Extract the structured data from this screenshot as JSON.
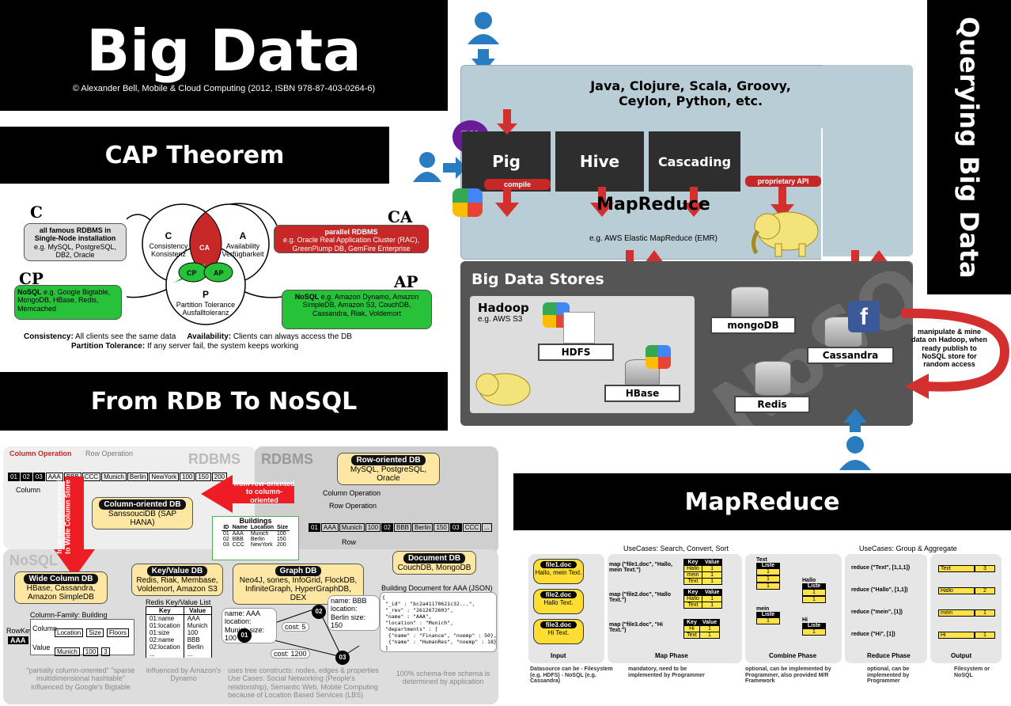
{
  "banners": {
    "big_data": "Big Data",
    "copyright": "© Alexander Bell, Mobile & Cloud Computing (2012, ISBN 978-87-403-0264-6)",
    "cap": "CAP Theorem",
    "rdb_nosql": "From RDB To NoSQL",
    "querying": "Querying Big Data",
    "mapreduce": "MapReduce"
  },
  "cap": {
    "c_letter": "C",
    "ca_letter": "CA",
    "cp_letter": "CP",
    "ap_letter": "AP",
    "c_box_title": "all famous RDBMS in Single-Node installation",
    "c_box_sub": "e.g. MySQL, PostgreSQL, DB2, Oracle",
    "ca_box_title": "parallel RDBMS",
    "ca_box_sub": "e.g. Oracle Real Application Cluster (RAC), GreenPlump DB, GemFire Enterprise",
    "cp_box_title": "NoSQL",
    "cp_box_sub": "e.g. Google Bigtable, MongoDB, HBase, Redis, Memcached",
    "ap_box_title": "NoSQL",
    "ap_box_sub": "e.g. Amazon Dynamo, Amazon SimpleDB, Amazon S3, CouchDB, Cassandra, Riak, Voldemort",
    "circle_c_title": "C",
    "circle_c_sub": "Consistency Konsistenz",
    "circle_a_title": "A",
    "circle_a_sub": "Availability Verfügbarkeit",
    "circle_p_title": "P",
    "circle_p_sub": "Partition Tolerance Ausfalltoleranz",
    "inter_ca": "CA",
    "inter_cp": "CP",
    "inter_ap": "AP",
    "consistency_label": "Consistency:",
    "consistency_text": "All clients see the same data",
    "availability_label": "Availability:",
    "availability_text": "Clients can always access the DB",
    "partition_label": "Partition Tolerance:",
    "partition_text": "If any server fail, the system keeps working"
  },
  "query": {
    "languages": "Java, Clojure, Scala, Groovy, Ceylon, Python, etc.",
    "pig": "Pig",
    "hive": "Hive",
    "cascading": "Cascading",
    "compile": "compile",
    "proprietary_api": "proprietary API",
    "mapreduce": "MapReduce",
    "mapreduce_sub": "e.g. AWS Elastic MapReduce (EMR)",
    "stores_title": "Big Data Stores",
    "hadoop": "Hadoop",
    "hadoop_sub": "e.g. AWS S3",
    "hdfs": "HDFS",
    "hbase": "HBase",
    "mongodb": "mongoDB",
    "cassandra": "Cassandra",
    "redis": "Redis",
    "nosql_watermark": "NoSQL",
    "mine_note": "manipulate & mine data on Hadoop, when ready publish to NoSQL store for random access",
    "yahoo": "Y!"
  },
  "rdb": {
    "rdbms1": "RDBMS",
    "rdbms2": "RDBMS",
    "nosql": "NoSQL",
    "column_operation": "Column Operation",
    "row_operation": "Row Operation",
    "column": "Column",
    "row": "Row",
    "col_cells": [
      "01",
      "02",
      "03",
      "AAA",
      "BBB",
      "CCC",
      "Munich",
      "Berlin",
      "NewYork",
      "100",
      "150",
      "200"
    ],
    "row_cells": [
      "01",
      "AAA",
      "Munich",
      "100",
      "02",
      "BBB",
      "Berlin",
      "150",
      "03",
      "CCC",
      "..."
    ],
    "row_db_title": "Row-oriented DB",
    "row_db_sub": "MySQL, PostgreSQL, Oracle",
    "col_db_title": "Column-oriented DB",
    "col_db_sub": "SanssouciDB (SAP HANA)",
    "from_row_to_col": "from row-oriented to column-oriented",
    "from_col_to_wide": "from column-oriented to Wide Column Store",
    "buildings_title": "Buildings",
    "buildings_head": [
      "ID",
      "Name",
      "Location",
      "Size"
    ],
    "buildings_rows": [
      [
        "01",
        "AAA",
        "Munich",
        "100"
      ],
      [
        "02",
        "BBB",
        "Berlin",
        "150"
      ],
      [
        "03",
        "CCC",
        "NewYork",
        "200"
      ]
    ],
    "wide_title": "Wide Column DB",
    "wide_sub": "HBase, Cassandra, Amazon SimpleDB",
    "kv_title": "Key/Value DB",
    "kv_sub": "Redis, Riak, Membase, Voldemort, Amazon S3",
    "graph_title": "Graph DB",
    "graph_sub": "Neo4J, sones, InfoGrid, FlockDB, InfiniteGraph, HyperGraphDB, DEX",
    "doc_title": "Document DB",
    "doc_sub": "CouchDB, MongoDB",
    "col_family": "Column-Family: Building",
    "rowkey": "RowKey",
    "rowkey_val": "AAA",
    "cf_cols": [
      "Location",
      "Size",
      "Floors"
    ],
    "cf_vals": [
      "Munich",
      "100",
      "3"
    ],
    "cf_column": "Column",
    "cf_value": "Value",
    "kv_list_title": "Redis Key/Value List",
    "kv_head": [
      "Key",
      "Value"
    ],
    "kv_rows": [
      [
        "01:name",
        "AAA"
      ],
      [
        "01:location",
        "Munich"
      ],
      [
        "01:size",
        "100"
      ],
      [
        "02:name",
        "BBB"
      ],
      [
        "02:location",
        "Berlin"
      ],
      [
        "...",
        "..."
      ]
    ],
    "graph_n1": "name: AAA location: Munich size: 100",
    "graph_n2": "name: BBB location: Berlin size: 150",
    "graph_cost5": "cost: 5",
    "graph_cost1200": "cost: 1200",
    "graph_ids": [
      "01",
      "02",
      "03"
    ],
    "doc_note": "Building Document for AAA (JSON)",
    "doc_json": "{\n \"_id\" : \"bc2a41170621c32...\",\n \"_rev\" : \"2612672603\",\n \"name\" : \"AAA\",\n \"location\" : \"Munich\",\n \"departments\" : [\n  {\"name\" : \"Finance\", \"noemp\" : 50},\n  {\"name\" : \"HumanRes\", \"noemp\" : 18}\n ]\n}",
    "wide_note": "\"partially column-oriented\" \"sparse multidimensional hashtable\" influenced by Google's Bigtable",
    "kv_note": "influenced by Amazon's Dynamo",
    "graph_note": "uses tree constructs: nodes, edges & properties Use Cases: Social Networking (People's relationship), Semantic Web, Mobile Computing because of Location Based Services (LBS)",
    "doc_note2": "100% schema-free schema is determined by application"
  },
  "mr": {
    "usecases_map": "UseCases: Search, Convert, Sort",
    "usecases_reduce": "UseCases: Group & Aggregate",
    "files": [
      {
        "name": "file1.doc",
        "text": "Hallo, mein Text."
      },
      {
        "name": "file2.doc",
        "text": "Hallo Text."
      },
      {
        "name": "file3.doc",
        "text": "Hi Text."
      }
    ],
    "map_calls": [
      "map (\"file1.doc\", \"Hallo, mein Text.\")",
      "map (\"file2.doc\", \"Hallo Text.\")",
      "map (\"file3.doc\", \"Hi Text.\")"
    ],
    "kv_head": [
      "Key",
      "Value"
    ],
    "map_tables": [
      [
        [
          "Hallo",
          "1"
        ],
        [
          "mein",
          "1"
        ],
        [
          "Text",
          "1"
        ]
      ],
      [
        [
          "Hallo",
          "1"
        ],
        [
          "Text",
          "1"
        ]
      ],
      [
        [
          "Hi",
          "1"
        ],
        [
          "Text",
          "1"
        ]
      ]
    ],
    "groups": [
      "Text",
      "Hallo",
      "mein",
      "Hi"
    ],
    "liste": "Liste",
    "reduce_calls": [
      "reduce (\"Text\", [1,1,1])",
      "reduce (\"Hallo\", [1,1])",
      "reduce (\"mein\", [1])",
      "reduce (\"Hi\", [1])"
    ],
    "outputs": [
      [
        "Text",
        "3"
      ],
      [
        "Hallo",
        "2"
      ],
      [
        "mein",
        "1"
      ],
      [
        "Hi",
        "1"
      ]
    ],
    "phases": [
      "Input",
      "Map Phase",
      "Combine Phase",
      "Reduce Phase",
      "Output"
    ],
    "notes": [
      "Datasource can be - Filesystem (e.g. HDFS) - NoSQL (e.g. Cassandra)",
      "mandatory, need to be implemented by Programmer",
      "optional, can be implemented by Programmer, also provided M/R Framework",
      "optional, can be implemented by Programmer",
      "Filesystem or NoSQL"
    ]
  }
}
